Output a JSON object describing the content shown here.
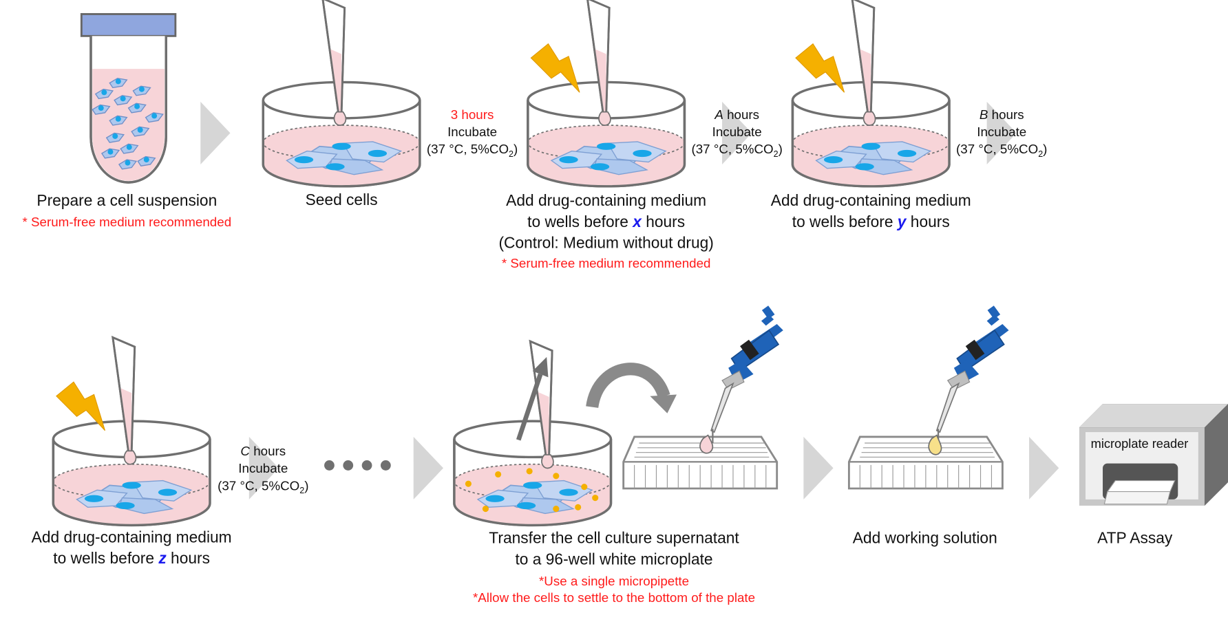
{
  "steps": [
    {
      "title": "Prepare a cell suspension",
      "note": "* Serum-free medium  recommended"
    },
    {
      "title": "Seed cells"
    },
    {
      "line1": "Add drug-containing medium",
      "line2_pre": "to wells before ",
      "var": "x",
      "line2_post": " hours",
      "line3": "(Control: Medium without drug)",
      "note": "* Serum-free medium  recommended"
    },
    {
      "line1": "Add drug-containing medium",
      "line2_pre": "to wells before ",
      "var": "y",
      "line2_post": " hours"
    },
    {
      "line1": "Add drug-containing medium",
      "line2_pre": "to wells before ",
      "var": "z",
      "line2_post": " hours"
    },
    {
      "line1": "Transfer the cell culture supernatant",
      "line2": "to a 96-well white microplate",
      "note1": "*Use a single micropipette",
      "note2": "*Allow  the cells to settle to the bottom of the plate"
    },
    {
      "title": "Add working solution"
    },
    {
      "title": "ATP Assay",
      "device_label": "microplate reader"
    }
  ],
  "incubations": [
    {
      "time": "3 hours",
      "time_color": "#ff1a1a",
      "word": "Incubate",
      "cond_pre": "(37 °C, 5%CO",
      "sub": "2",
      "cond_post": ")"
    },
    {
      "var": "A",
      "unit": " hours",
      "word": "Incubate",
      "cond_pre": "(37 °C, 5%CO",
      "sub": "2",
      "cond_post": ")"
    },
    {
      "var": "B",
      "unit": " hours",
      "word": "Incubate",
      "cond_pre": "(37 °C, 5%CO",
      "sub": "2",
      "cond_post": ")"
    },
    {
      "var": "C",
      "unit": " hours",
      "word": "Incubate",
      "cond_pre": "(37 °C, 5%CO",
      "sub": "2",
      "cond_post": ")"
    }
  ],
  "icons": [
    "tube-icon",
    "petri-dish-icon",
    "pipette-tip-icon",
    "lightning-icon",
    "micropipette-icon",
    "microplate-icon",
    "curved-arrow-icon",
    "flow-arrow-icon",
    "microplate-reader-icon"
  ],
  "colors": {
    "medium": "#f7d4d8",
    "cell": "#aec8ee",
    "nucleus": "#18a6e8",
    "lightning": "#f5b000",
    "micropipette": "#1f63b8",
    "arrow": "#d6d6d6",
    "note": "#ff1a1a",
    "variable": "#1a1aee"
  }
}
